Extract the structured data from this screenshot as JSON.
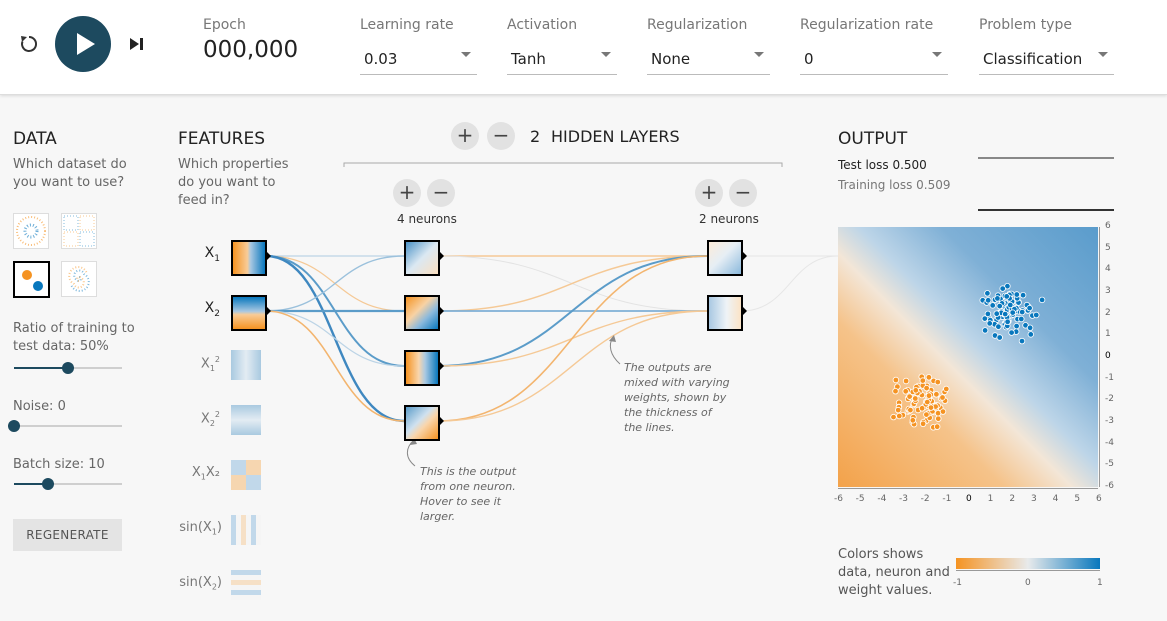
{
  "toolbar": {
    "reset_icon": "reset-icon",
    "play_icon": "play-icon",
    "step_icon": "step-icon",
    "epoch_label": "Epoch",
    "epoch_value": "000,000",
    "learning_rate_label": "Learning rate",
    "learning_rate_value": "0.03",
    "activation_label": "Activation",
    "activation_value": "Tanh",
    "regularization_label": "Regularization",
    "regularization_value": "None",
    "regularization_rate_label": "Regularization rate",
    "regularization_rate_value": "0",
    "problem_type_label": "Problem type",
    "problem_type_value": "Classification"
  },
  "data_panel": {
    "title": "DATA",
    "desc_line1": "Which dataset do",
    "desc_line2": "you want to use?",
    "ratio_label_line1": "Ratio of training to",
    "ratio_label_line2": "test data:  50%",
    "ratio_value": 0.5,
    "noise_label": "Noise:  0",
    "noise_value": 0,
    "batch_label": "Batch size:  10",
    "batch_value": 0.33,
    "regenerate_label": "REGENERATE"
  },
  "features_panel": {
    "title": "FEATURES",
    "desc_line1": "Which properties",
    "desc_line2": "do you want to",
    "desc_line3": "feed in?",
    "features": [
      {
        "base": "X",
        "sub": "1",
        "sup": "",
        "suffix": ""
      },
      {
        "base": "X",
        "sub": "2",
        "sup": "",
        "suffix": ""
      },
      {
        "base": "X",
        "sub": "1",
        "sup": "2",
        "suffix": ""
      },
      {
        "base": "X",
        "sub": "2",
        "sup": "2",
        "suffix": ""
      },
      {
        "base": "X",
        "sub": "1",
        "sup": "",
        "suffix": "X₂"
      },
      {
        "base": "sin(X",
        "sub": "1",
        "sup": "",
        "suffix": ")"
      },
      {
        "base": "sin(X",
        "sub": "2",
        "sup": "",
        "suffix": ")"
      }
    ]
  },
  "network": {
    "layer_count": "2",
    "hidden_layers_label": "HIDDEN LAYERS",
    "layer1_neurons": "4 neurons",
    "layer2_neurons": "2 neurons",
    "plus": "+",
    "minus": "−",
    "annotation_neuron": [
      "This is the output",
      "from one neuron.",
      "Hover to see it",
      "larger."
    ],
    "annotation_weights": [
      "The outputs are",
      "mixed with varying",
      "weights, shown by",
      "the thickness of",
      "the lines."
    ]
  },
  "output_panel": {
    "title": "OUTPUT",
    "test_loss_label": "Test loss",
    "test_loss_value": "0.500",
    "training_loss_label": "Training loss",
    "training_loss_value": "0.509",
    "x_ticks": [
      "-6",
      "-5",
      "-4",
      "-3",
      "-2",
      "-1",
      "0",
      "1",
      "2",
      "3",
      "4",
      "5",
      "6"
    ],
    "y_ticks": [
      "6",
      "5",
      "4",
      "3",
      "2",
      "1",
      "0",
      "-1",
      "-2",
      "-3",
      "-4",
      "-5",
      "-6"
    ],
    "legend_text_line1": "Colors shows",
    "legend_text_line2": "data, neuron and",
    "legend_text_line3": "weight values.",
    "legend_ticks": [
      "-1",
      "0",
      "1"
    ]
  },
  "colors": {
    "orange": "#f59322",
    "blue": "#0877bd",
    "dark": "#1d4a5f"
  }
}
